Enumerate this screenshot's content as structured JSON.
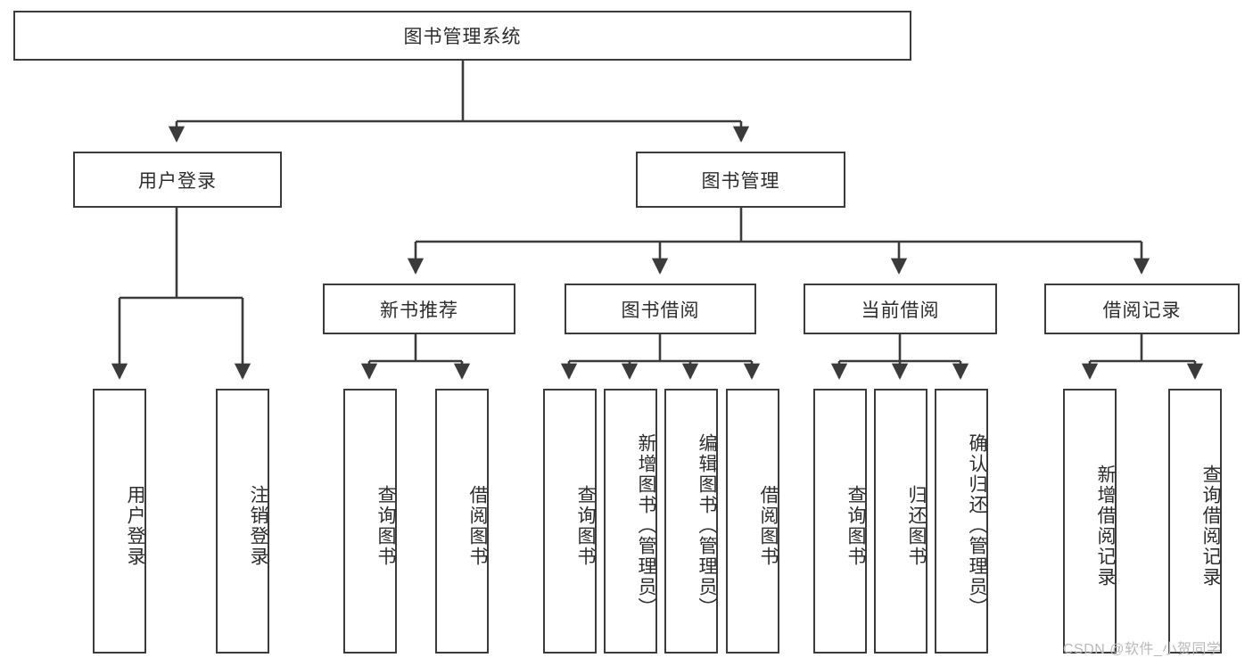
{
  "diagram": {
    "type": "tree",
    "title": "图书管理系统",
    "root": {
      "label": "图书管理系统",
      "children": [
        {
          "label": "用户登录",
          "children": [
            {
              "label": "用户登录"
            },
            {
              "label": "注销登录"
            }
          ]
        },
        {
          "label": "图书管理",
          "children": [
            {
              "label": "新书推荐",
              "children": [
                {
                  "label": "查询图书"
                },
                {
                  "label": "借阅图书"
                }
              ]
            },
            {
              "label": "图书借阅",
              "children": [
                {
                  "label": "查询图书"
                },
                {
                  "label": "新增图书（管理员）"
                },
                {
                  "label": "编辑图书（管理员）"
                },
                {
                  "label": "借阅图书"
                }
              ]
            },
            {
              "label": "当前借阅",
              "children": [
                {
                  "label": "查询图书"
                },
                {
                  "label": "归还图书"
                },
                {
                  "label": "确认归还（管理员）"
                }
              ]
            },
            {
              "label": "借阅记录",
              "children": [
                {
                  "label": "新增借阅记录"
                },
                {
                  "label": "查询借阅记录"
                }
              ]
            }
          ]
        }
      ]
    }
  },
  "nodes": {
    "root": "图书管理系统",
    "l2": {
      "user_login": "用户登录",
      "book_mgmt": "图书管理"
    },
    "l3": {
      "new_book_rec": "新书推荐",
      "book_borrow": "图书借阅",
      "current_borrow": "当前借阅",
      "borrow_record": "借阅记录"
    },
    "l4": {
      "user_login_leaf": "用户登录",
      "logout_leaf": "注销登录",
      "rec_query_book": "查询图书",
      "rec_borrow_book": "借阅图书",
      "borrow_query_book": "查询图书",
      "borrow_add_book": "新增图书（管理员）",
      "borrow_edit_book": "编辑图书（管理员）",
      "borrow_borrow_book": "借阅图书",
      "cur_query_book": "查询图书",
      "cur_return_book": "归还图书",
      "cur_confirm_return": "确认归还（管理员）",
      "rec_add_record": "新增借阅记录",
      "rec_query_record": "查询借阅记录"
    }
  },
  "watermark": {
    "text": "CSDN @软件_小贺同学"
  },
  "colors": {
    "border": "#3b3b3b",
    "text": "#2d2d2d",
    "background": "#ffffff",
    "watermark": "#b9b9b9"
  }
}
